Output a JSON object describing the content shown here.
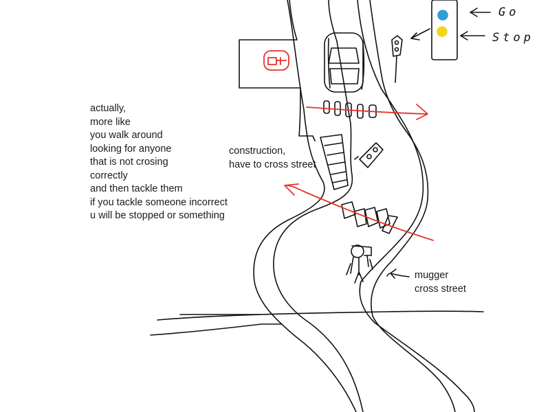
{
  "sketch": {
    "idea_note_lines": [
      "actually,",
      "more like",
      "you walk around",
      "looking for anyone",
      "that is not crosing",
      "correctly",
      "and then tackle them",
      "if you tackle someone incorrect",
      "u will be stopped or something"
    ],
    "construction_note_lines": [
      "construction,",
      "have to cross street"
    ],
    "mugger_note_lines": [
      "mugger",
      "cross street"
    ],
    "traffic_light_labels": {
      "go": "Go",
      "stop": "Stop"
    },
    "colors": {
      "ink": "#111111",
      "arrow": "#e8312b",
      "go_light": "#2f9fd6",
      "stop_light": "#f2d41b"
    }
  }
}
